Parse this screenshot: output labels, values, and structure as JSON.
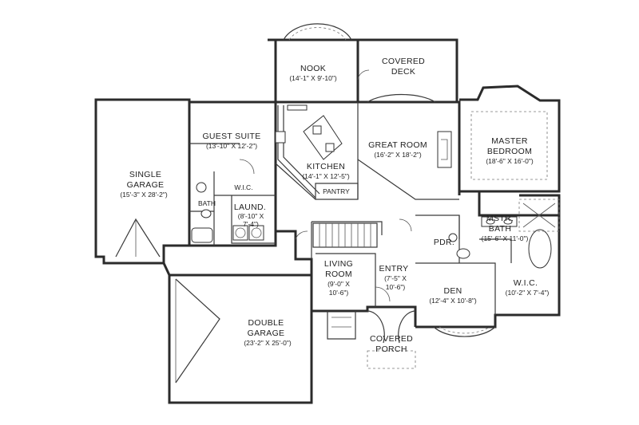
{
  "rooms": {
    "nook": {
      "name": "NOOK",
      "dim": "(14'-1\" X 9'-10\")"
    },
    "covered_deck": {
      "name1": "COVERED",
      "name2": "DECK"
    },
    "guest_suite": {
      "name": "GUEST SUITE",
      "dim": "(13'-10\" X 12'-2\")"
    },
    "kitchen": {
      "name": "KITCHEN",
      "dim": "(14'-1\" X 12'-5\")"
    },
    "pantry": {
      "name": "PANTRY"
    },
    "great_room": {
      "name": "GREAT ROOM",
      "dim": "(16'-2\" X 18'-2\")"
    },
    "master_bedroom": {
      "name1": "MASTER",
      "name2": "BEDROOM",
      "dim": "(18'-6\" X 16'-0\")"
    },
    "single_garage": {
      "name1": "SINGLE",
      "name2": "GARAGE",
      "dim": "(15'-3\" X 28'-2\")"
    },
    "wic_guest": {
      "name": "W.I.C."
    },
    "bath_guest": {
      "name": "BATH"
    },
    "laundry": {
      "name": "LAUND.",
      "dim1": "(8'-10\" X",
      "dim2": "7'-4\")"
    },
    "mstr_bath": {
      "name1": "MSTR.",
      "name2": "BATH",
      "dim": "(15'-6\" X 11'-0\")"
    },
    "pdr": {
      "name": "PDR."
    },
    "living_room": {
      "name1": "LIVING",
      "name2": "ROOM",
      "dim1": "(9'-0\" X",
      "dim2": "10'-6\")"
    },
    "entry": {
      "name": "ENTRY",
      "dim1": "(7'-5\" X",
      "dim2": "10'-6\")"
    },
    "den": {
      "name": "DEN",
      "dim": "(12'-4\" X 10'-8\")"
    },
    "wic_master": {
      "name": "W.I.C.",
      "dim": "(10'-2\" X 7'-4\")"
    },
    "double_garage": {
      "name1": "DOUBLE",
      "name2": "GARAGE",
      "dim": "(23'-2\" X 25'-0\")"
    },
    "covered_porch": {
      "name1": "COVERED",
      "name2": "PORCH"
    }
  }
}
